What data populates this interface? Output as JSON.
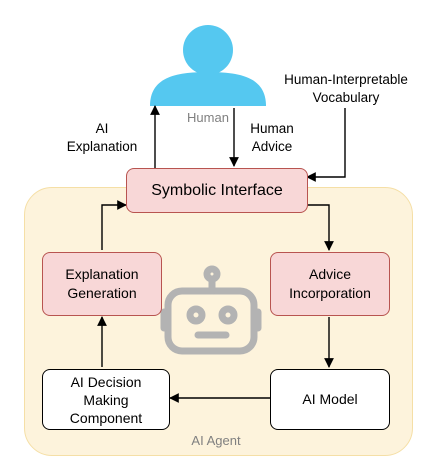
{
  "human_label": "Human",
  "vocabulary_label": "Human-Interpretable\nVocabulary",
  "ai_explanation_label": "AI\nExplanation",
  "human_advice_label": "Human\nAdvice",
  "symbolic_interface": "Symbolic Interface",
  "explanation_generation": "Explanation\nGeneration",
  "advice_incorporation": "Advice\nIncorporation",
  "ai_decision_making": "AI Decision\nMaking\nComponent",
  "ai_model": "AI Model",
  "ai_agent_label": "AI Agent",
  "colors": {
    "agent_fill": "#fdf3dc",
    "agent_border": "#f5dfa6",
    "pink_fill": "#f8d7d7",
    "pink_border": "#b85450",
    "human_icon": "#55c8f0",
    "robot_icon": "#b3b3b3"
  }
}
